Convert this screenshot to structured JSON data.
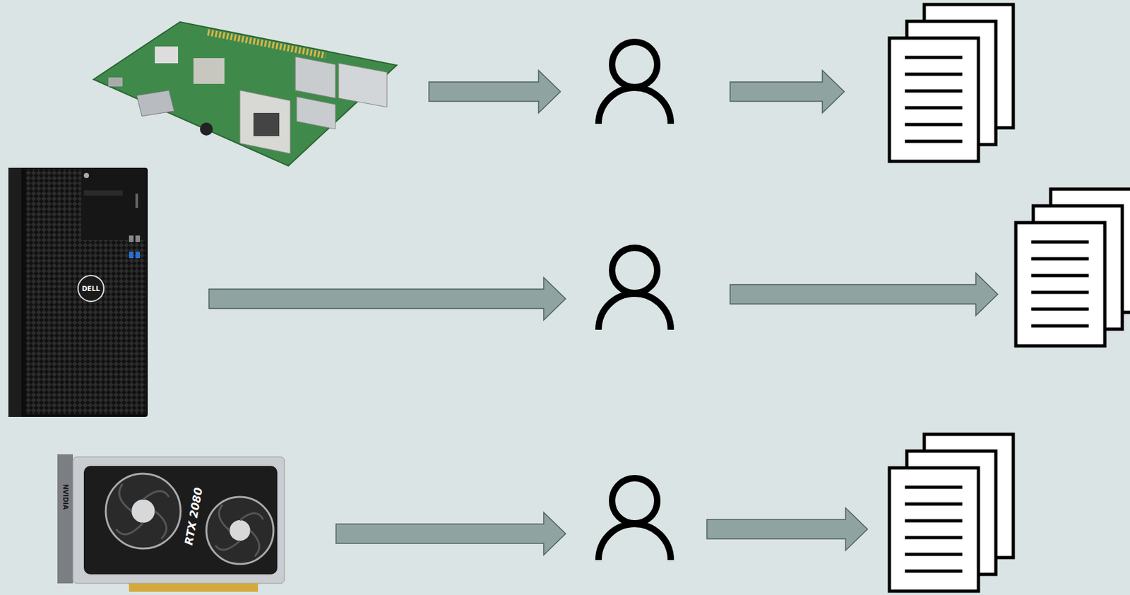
{
  "diagram": {
    "labels": [
      "DELL",
      "RTX 2080",
      "NVIDIA"
    ]
  }
}
